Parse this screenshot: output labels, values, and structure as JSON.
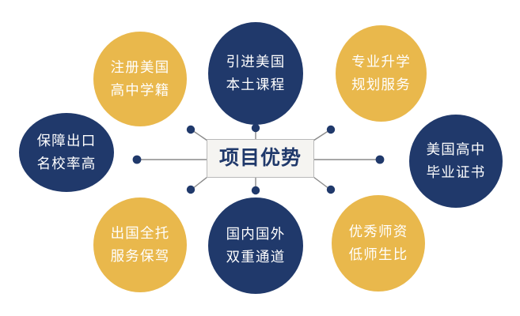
{
  "diagram": {
    "title": "项目优势",
    "center": {
      "label": "项目优势",
      "text_color": "#20396b",
      "box_fill": "#f5f4f1",
      "box_border": "#b9b9b9"
    },
    "colors": {
      "gold": "#e9b84c",
      "navy": "#20396b",
      "background": "#ffffff",
      "connector": "#20396b",
      "connector_line": "#8a8a8a"
    },
    "nodes": [
      {
        "id": "top-left",
        "color": "gold",
        "line1": "注册美国",
        "line2": "高中学籍"
      },
      {
        "id": "top-center",
        "color": "navy",
        "line1": "引进美国",
        "line2": "本土课程"
      },
      {
        "id": "top-right",
        "color": "gold",
        "line1": "专业升学",
        "line2": "规划服务"
      },
      {
        "id": "left",
        "color": "navy",
        "line1": "保障出口",
        "line2": "名校率高"
      },
      {
        "id": "right",
        "color": "navy",
        "line1": "美国高中",
        "line2": "毕业证书"
      },
      {
        "id": "bottom-left",
        "color": "gold",
        "line1": "出国全托",
        "line2": "服务保驾"
      },
      {
        "id": "bottom-center",
        "color": "navy",
        "line1": "国内国外",
        "line2": "双重通道"
      },
      {
        "id": "bottom-right",
        "color": "gold",
        "line1": "优秀师资",
        "line2": "低师生比"
      }
    ]
  }
}
